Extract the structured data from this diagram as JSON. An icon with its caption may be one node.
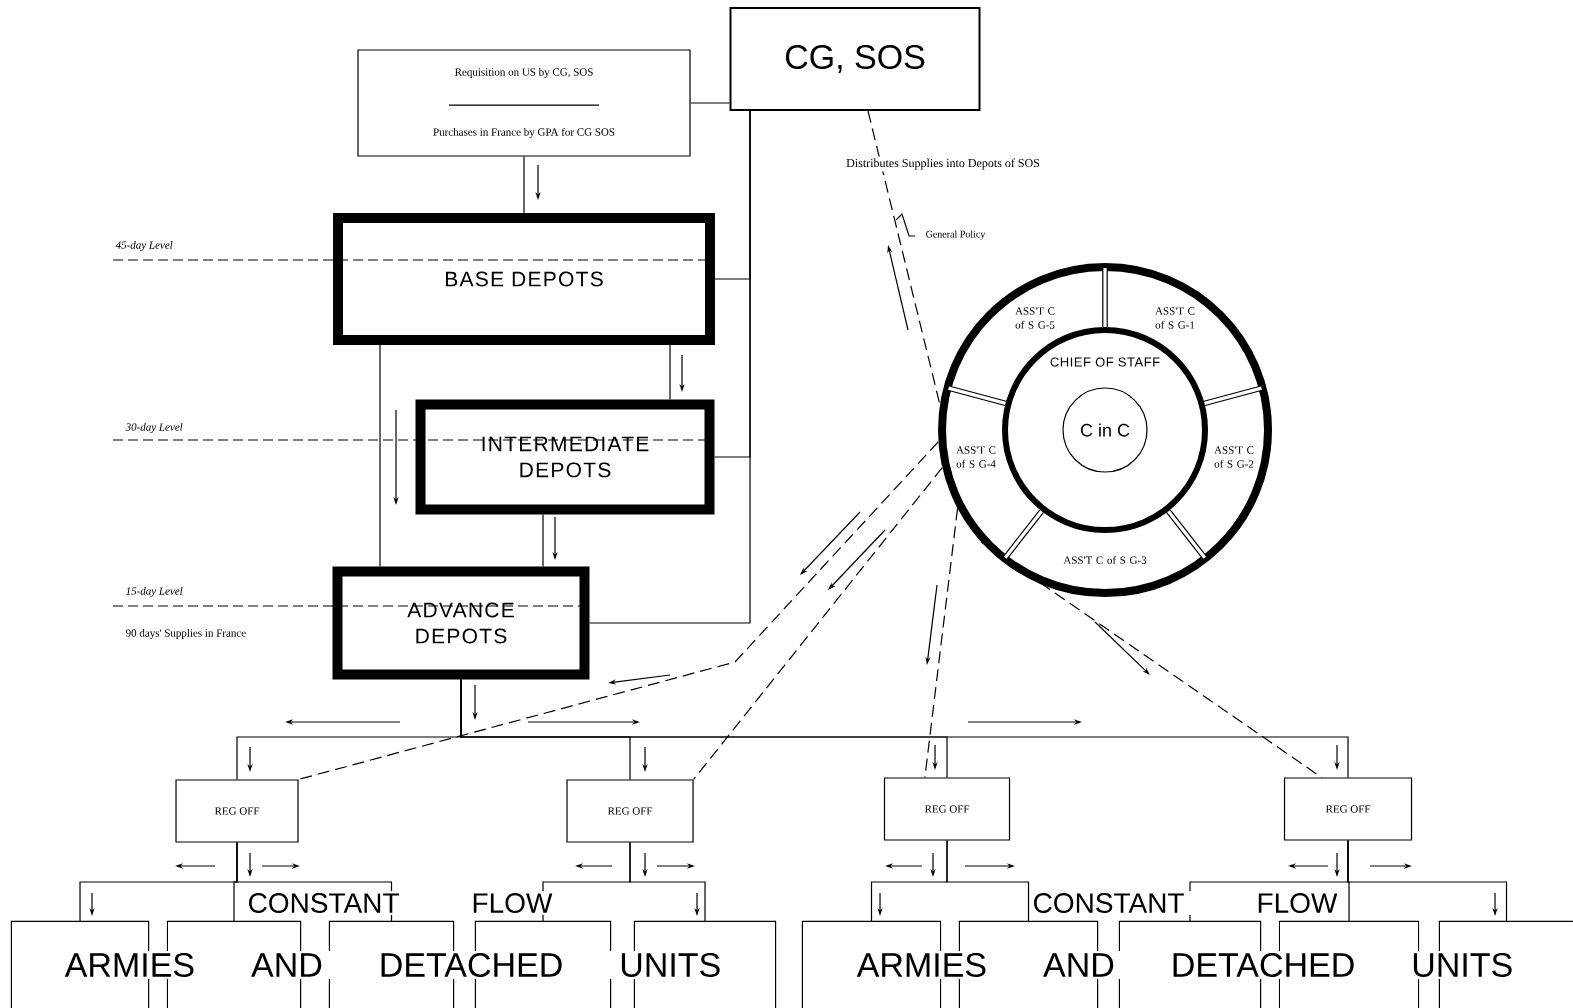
{
  "diagram": {
    "nodes": [
      {
        "text": [
          "Requisition on US by CG, SOS",
          "Purchases in France by GPA for CG SOS"
        ]
      },
      {
        "text": [
          "CG, SOS"
        ]
      },
      {
        "text": [
          "BASE DEPOTS"
        ]
      },
      {
        "text": [
          "INTERMEDIATE DEPOTS"
        ]
      },
      {
        "text": [
          "ADVANCE DEPOTS"
        ],
        "beside": [
          "15-day Level",
          "90 days' Supplies in France"
        ]
      },
      {
        "text": [],
        "shape": "circle"
      },
      {
        "text": [
          "ASS'T C of S G-5"
        ],
        "in": 5
      },
      {
        "text": [
          "ASS'T C of S G-1"
        ],
        "in": 5
      },
      {
        "text": [
          "ASS'T C of S G-4"
        ],
        "in": 5
      },
      {
        "text": [
          "ASS'T C of S G-2"
        ],
        "in": 5
      },
      {
        "text": [
          "ASS'T C of S G-3"
        ],
        "in": 5
      },
      {
        "text": [
          "CHIEF OF STAFF"
        ],
        "in": 5
      },
      {
        "text": [
          "C in C"
        ],
        "in": 11
      },
      {
        "text": [
          "REG OFF"
        ]
      },
      {
        "text": [
          "REG OFF"
        ]
      },
      {
        "text": [
          "REG OFF"
        ]
      },
      {
        "text": [
          "REG OFF"
        ]
      },
      {
        "text": [],
        "shape": "box"
      },
      {
        "text": [],
        "shape": "box"
      },
      {
        "text": [],
        "shape": "box"
      },
      {
        "text": [],
        "shape": "box"
      },
      {
        "text": [],
        "shape": "box"
      },
      {
        "text": [],
        "shape": "box"
      },
      {
        "text": [],
        "shape": "box"
      },
      {
        "text": [],
        "shape": "box"
      },
      {
        "text": [],
        "shape": "box"
      },
      {
        "text": [],
        "shape": "box"
      }
    ],
    "edges": [
      {
        "from": 0,
        "to": 1,
        "arrow": "none"
      },
      {
        "from": 0,
        "to": 2,
        "arrow": "none"
      },
      {
        "from": 1,
        "to": 2,
        "arrow": "none"
      },
      {
        "from": 1,
        "to": 3,
        "arrow": "none"
      },
      {
        "from": 1,
        "to": 4,
        "arrow": "none"
      },
      {
        "from": 2,
        "to": 3,
        "arrow": "none"
      },
      {
        "from": 2,
        "to": 4,
        "arrow": "none"
      },
      {
        "from": 3,
        "to": 4,
        "arrow": "none"
      },
      {
        "from": 1,
        "to": 5,
        "arrow": "none",
        "style": "dashed",
        "label": "Distributes Supplies into Depots of SOS"
      },
      {
        "from": 4,
        "to": 13,
        "arrow": "none"
      },
      {
        "from": 4,
        "to": 14,
        "arrow": "none"
      },
      {
        "from": 4,
        "to": 15,
        "arrow": "none"
      },
      {
        "from": 4,
        "to": 16,
        "arrow": "none"
      },
      {
        "from": 5,
        "to": 13,
        "arrow": "none",
        "style": "dashed"
      },
      {
        "from": 5,
        "to": 14,
        "arrow": "none",
        "style": "dashed"
      },
      {
        "from": 5,
        "to": 15,
        "arrow": "none",
        "style": "dashed"
      },
      {
        "from": 5,
        "to": 16,
        "arrow": "none",
        "style": "dashed"
      },
      {
        "from": 13,
        "to": 17,
        "arrow": "none"
      },
      {
        "from": 13,
        "to": 18,
        "arrow": "none"
      },
      {
        "from": 13,
        "to": 19,
        "arrow": "none"
      },
      {
        "from": 14,
        "to": 20,
        "arrow": "none"
      },
      {
        "from": 14,
        "to": 21,
        "arrow": "none"
      },
      {
        "from": 15,
        "to": 22,
        "arrow": "none"
      },
      {
        "from": 15,
        "to": 23,
        "arrow": "none"
      },
      {
        "from": 16,
        "to": 24,
        "arrow": "none"
      },
      {
        "from": 16,
        "to": 25,
        "arrow": "none"
      },
      {
        "from": 16,
        "to": 26,
        "arrow": "none"
      }
    ],
    "labels": [
      "45-day Level",
      "30-day Level",
      "General Policy",
      "CONSTANT FLOW",
      "ARMIES AND DETACHED UNITS",
      "CONSTANT FLOW",
      "ARMIES AND DETACHED UNITS"
    ]
  }
}
